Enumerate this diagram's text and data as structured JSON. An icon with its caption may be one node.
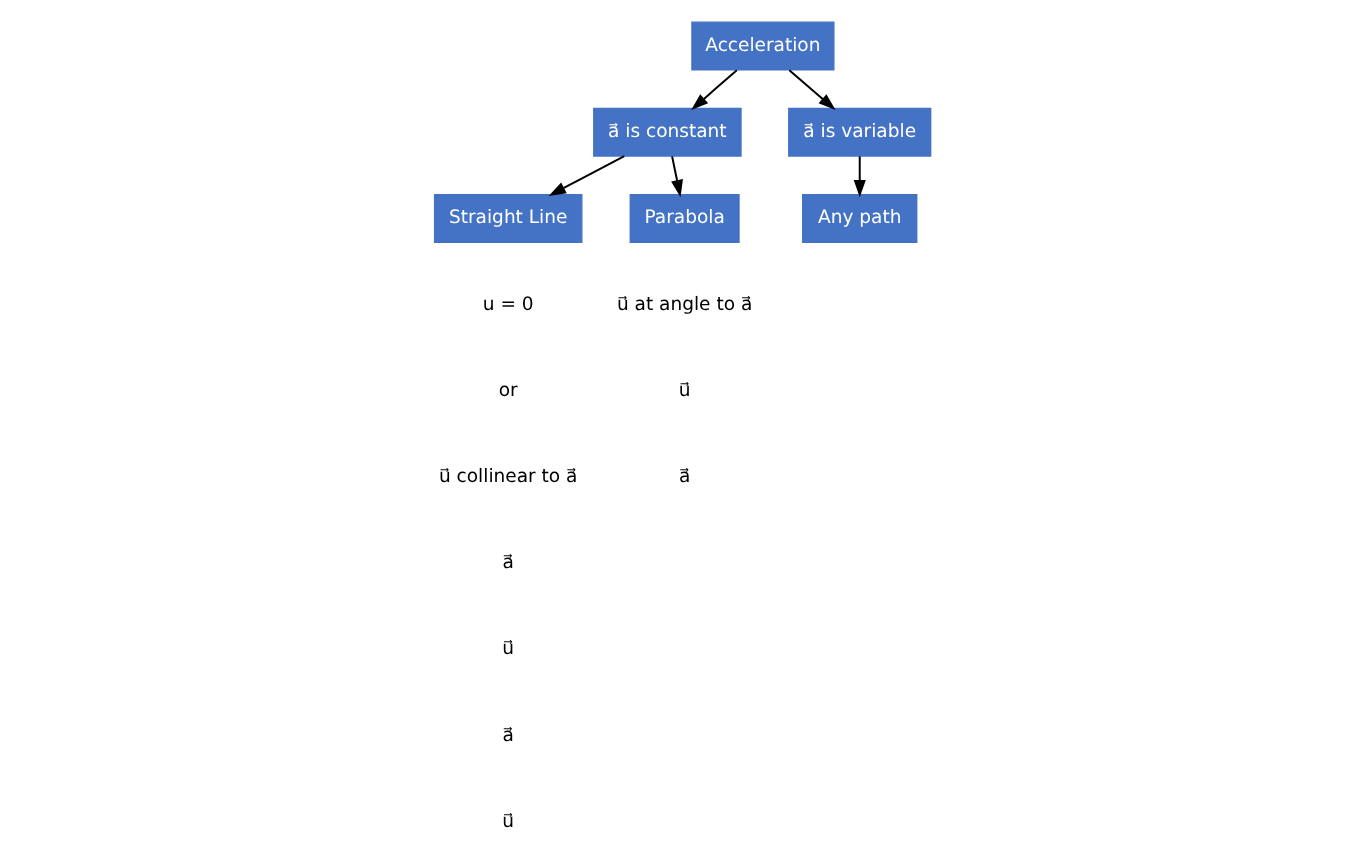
{
  "diagram": {
    "nodes": [
      {
        "text": [
          "Acceleration"
        ]
      },
      {
        "text": [
          "a⃗ is constant"
        ]
      },
      {
        "text": [
          "a⃗ is variable"
        ]
      },
      {
        "text": [
          "Straight Line"
        ],
        "beside": [
          "u = 0",
          "or",
          "u⃗ collinear to a⃗"
        ]
      },
      {
        "text": [
          "Parabola"
        ],
        "beside": [
          "u⃗ at angle to a⃗"
        ]
      },
      {
        "text": [
          "Any path"
        ]
      }
    ],
    "edges": [
      {
        "from": 0,
        "to": 1,
        "arrow": "to"
      },
      {
        "from": 0,
        "to": 2,
        "arrow": "to"
      },
      {
        "from": 1,
        "to": 3,
        "arrow": "to"
      },
      {
        "from": 1,
        "to": 4,
        "arrow": "to"
      },
      {
        "from": 2,
        "to": 5,
        "arrow": "to"
      }
    ],
    "labels": [
      "a⃗",
      "u⃗",
      "a⃗",
      "u⃗",
      "u⃗",
      "a⃗"
    ]
  }
}
